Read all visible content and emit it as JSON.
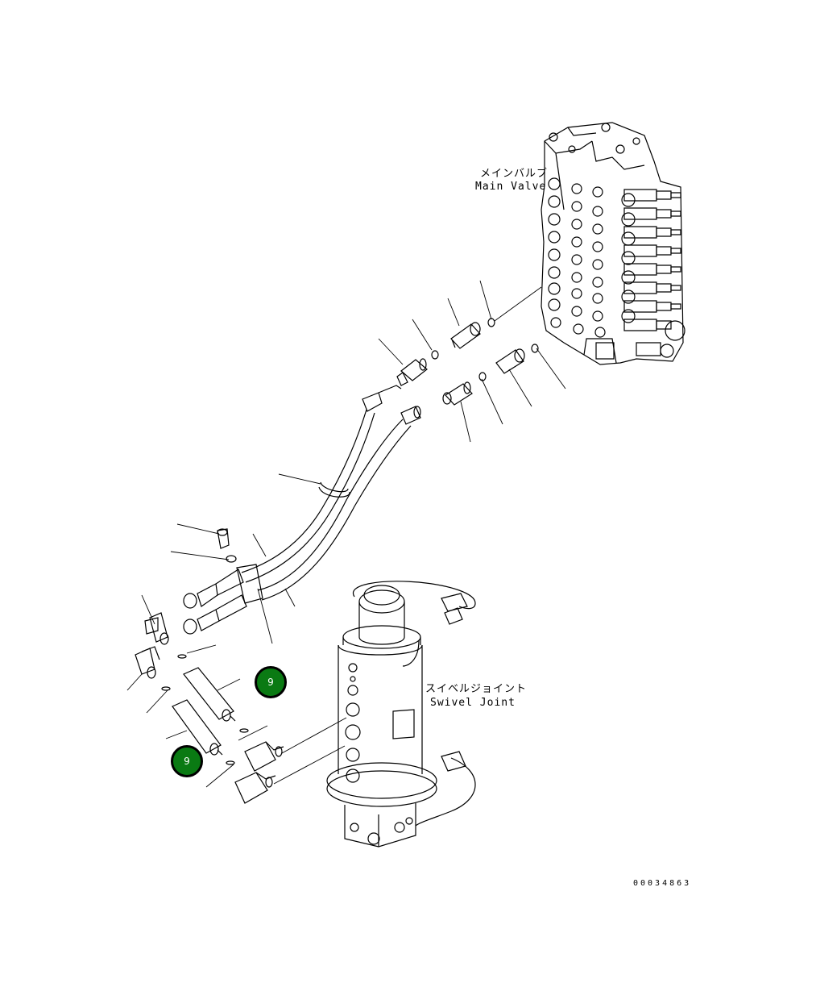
{
  "labels": {
    "main_valve_jp": "メインバルブ",
    "main_valve_en": "Main Valve",
    "swivel_joint_jp": "スイベルジョイント",
    "swivel_joint_en": "Swivel Joint"
  },
  "callouts": [
    {
      "id": "callout-upper",
      "number": "9"
    },
    {
      "id": "callout-lower",
      "number": "9"
    }
  ],
  "reference_code": "00034863",
  "colors": {
    "callout_fill": "#0a7a13",
    "line": "#000000"
  }
}
